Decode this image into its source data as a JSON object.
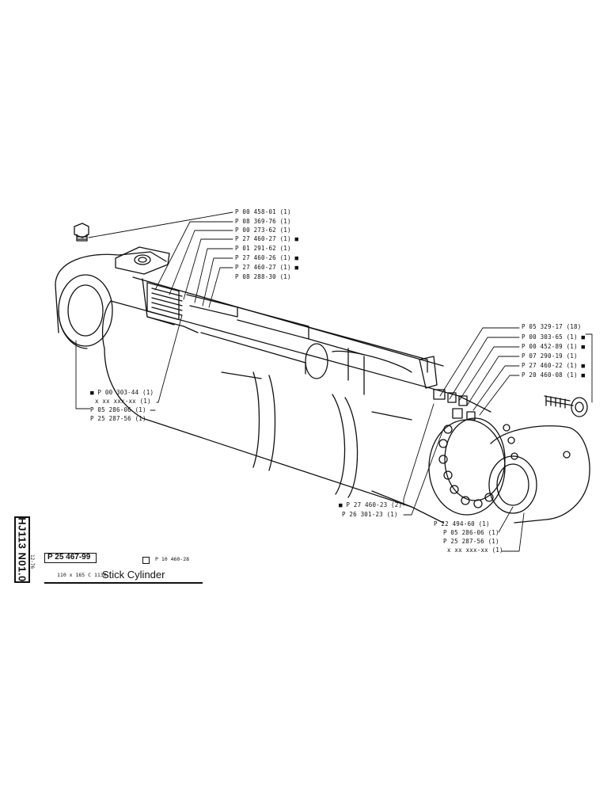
{
  "sheet": {
    "code": "HJ113 N01.0",
    "date": "12-76",
    "part_number": "P 25 467-99",
    "reference": "P 10 460-28",
    "size": "110 x 165 C 1130",
    "title": "Stick Cylinder"
  },
  "callouts_top": [
    "P 00 458-01 (1)",
    "P 08 369-76 (1)",
    "P 00 273-62 (1)",
    "P 27 460-27 (1) ■",
    "P 01 291-62 (1)",
    "P 27 460-26 (1) ■",
    "P 27 460-27 (1) ■",
    "P 08 288-30 (1)"
  ],
  "callouts_right": [
    "P 05 329-17 (18)",
    "P 00 303-65 (1) ■",
    "P 00 452-89 (1) ■",
    "P 07 290-19 (1)",
    "P 27 460-22 (1) ■",
    "P 20 460-08 (1) ■"
  ],
  "callouts_left": [
    "■ P 00 303-44 (1)",
    "x xx xxx-xx (1)",
    "P 05 286-06 (1)",
    "P 25 287-56 (1)"
  ],
  "callouts_center": [
    "■ P 27 460-23 (2)",
    "P 26 301-23 (1)"
  ],
  "callouts_bottom_right": [
    "P 22 494-60 (1)",
    "P 05 286-06 (1)",
    "P 25 287-56 (1)",
    "x xx xxx-xx (1)"
  ]
}
